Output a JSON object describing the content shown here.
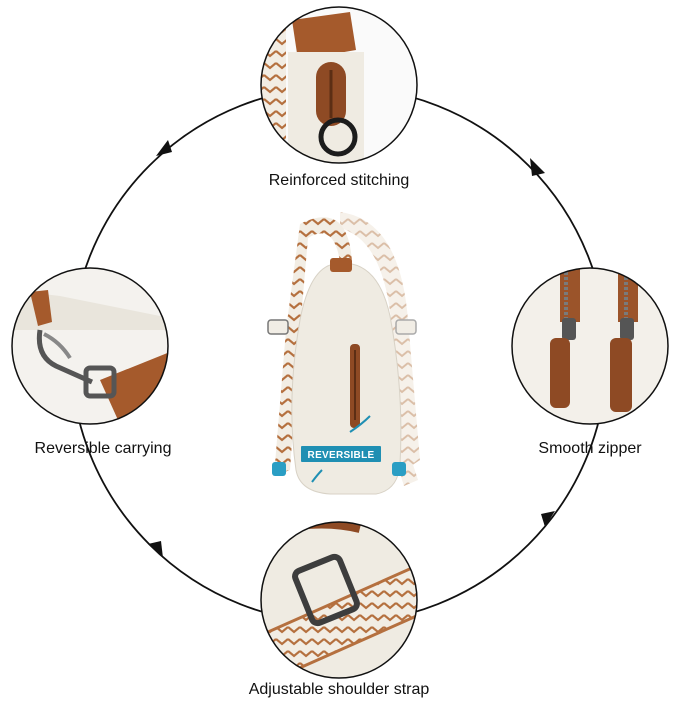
{
  "features": [
    {
      "id": "top",
      "label": "Reinforced stitching"
    },
    {
      "id": "right",
      "label": "Smooth zipper"
    },
    {
      "id": "bottom",
      "label": "Adjustable shoulder strap"
    },
    {
      "id": "left",
      "label": "Reversible carrying"
    }
  ],
  "badge": {
    "text": "REVERSIBLE",
    "color": "#1f8fb3"
  },
  "colors": {
    "leather": "#a55a2c",
    "body": "#efebe2",
    "strap_brown": "#b5703f",
    "ring": "#111111"
  }
}
